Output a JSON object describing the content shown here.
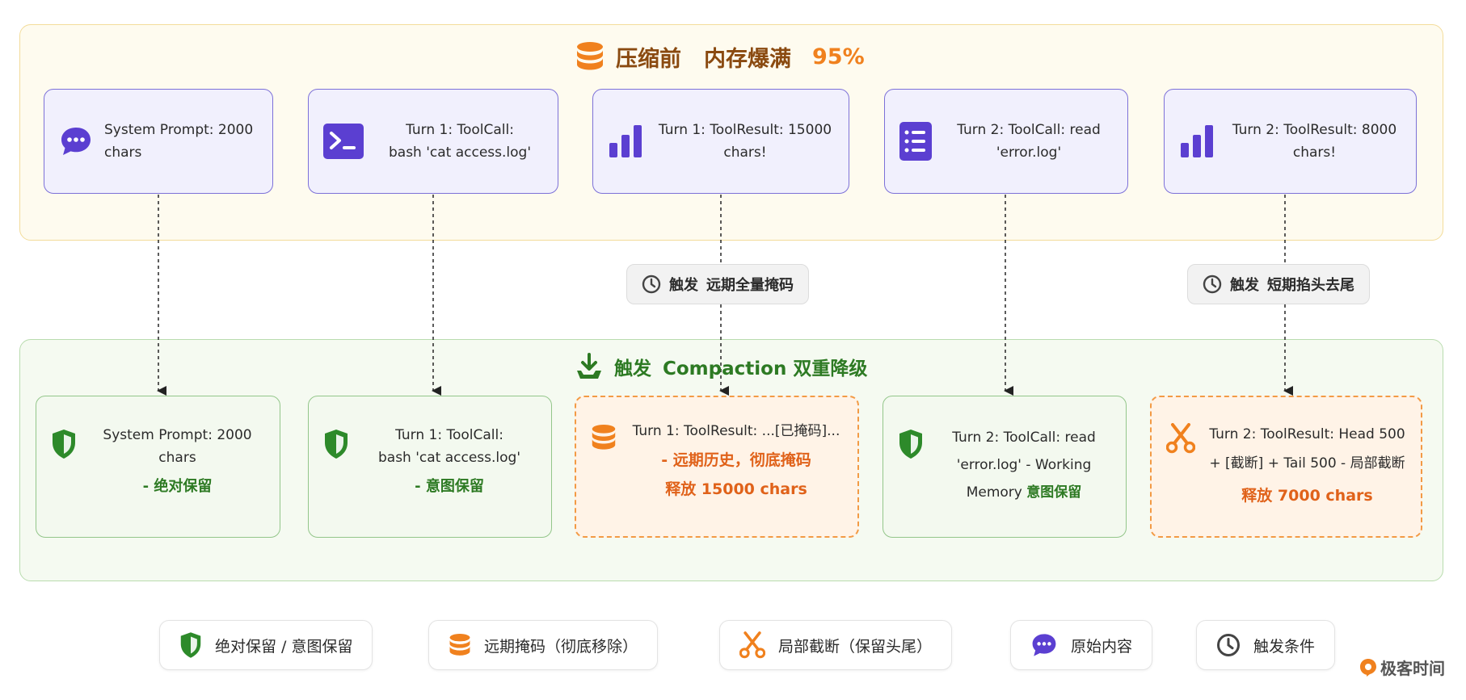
{
  "before_panel": {
    "title": "压缩前",
    "subtitle": "内存爆满",
    "percent": "95%",
    "cards": [
      {
        "icon": "chat-bubble-icon",
        "text": "System Prompt: 2000 chars"
      },
      {
        "icon": "terminal-icon",
        "line1": "Turn 1: ToolCall:",
        "line2": "bash 'cat access.log'"
      },
      {
        "icon": "bar-chart-icon",
        "line1": "Turn 1: ToolResult: 15000",
        "line2": "chars!"
      },
      {
        "icon": "document-list-icon",
        "line1": "Turn 2: ToolCall: read",
        "line2": "'error.log'"
      },
      {
        "icon": "bar-chart-icon",
        "line1": "Turn 2: ToolResult: 8000",
        "line2": "chars!"
      }
    ]
  },
  "triggers": [
    {
      "icon": "clock-icon",
      "label": "触发",
      "text": "远期全量掩码"
    },
    {
      "icon": "clock-icon",
      "label": "触发",
      "text": "短期掐头去尾"
    }
  ],
  "after_panel": {
    "title_prefix": "触发",
    "title_main": "Compaction 双重降级",
    "cards": [
      {
        "icon": "shield-icon",
        "main": "System Prompt: 2000 chars",
        "note": "- 绝对保留"
      },
      {
        "icon": "shield-icon",
        "line1": "Turn 1: ToolCall:",
        "line2": "bash 'cat access.log'",
        "note": "- 意图保留"
      },
      {
        "icon": "database-icon",
        "main": "Turn 1: ToolResult: ...[已掩码]...",
        "note": "- 远期历史，彻底掩码",
        "release": "释放 15000 chars"
      },
      {
        "icon": "shield-icon",
        "line1": "Turn 2: ToolCall: read",
        "line2": "'error.log' - Working",
        "line3": "Memory",
        "line3_note": "意图保留"
      },
      {
        "icon": "scissors-icon",
        "line1": "Turn 2: ToolResult: Head 500",
        "line2": "+ [截断] + Tail 500 - 局部截断",
        "release": "释放 7000 chars"
      }
    ]
  },
  "legend": [
    {
      "icon": "shield-icon",
      "label": "绝对保留 / 意图保留"
    },
    {
      "icon": "database-icon",
      "label": "远期掩码（彻底移除）"
    },
    {
      "icon": "scissors-icon",
      "label": "局部截断（保留头尾）"
    },
    {
      "icon": "chat-bubble-icon",
      "label": "原始内容"
    },
    {
      "icon": "clock-icon",
      "label": "触发条件"
    }
  ],
  "logo": "极客时间",
  "colors": {
    "purple": "#5b3fd1",
    "green": "#2d7a23",
    "orange": "#f0811e",
    "brown": "#8a4a10"
  }
}
